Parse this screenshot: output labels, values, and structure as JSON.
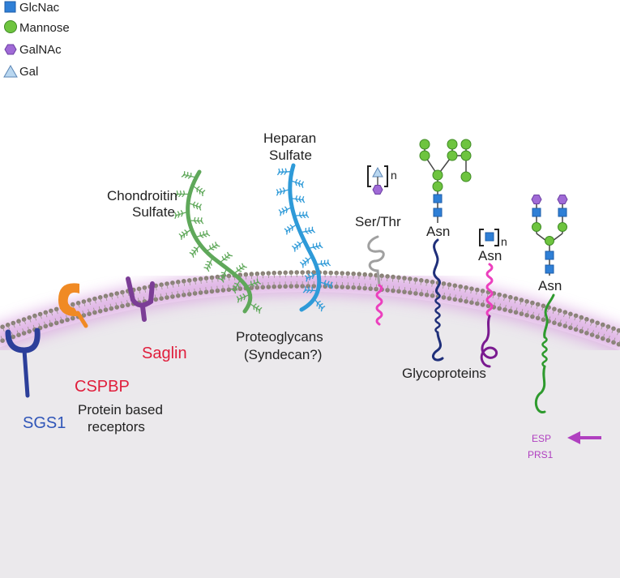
{
  "legend": {
    "items": [
      {
        "label": "GlcNac",
        "shape": "square",
        "color": "#2f7fd6"
      },
      {
        "label": "Mannose",
        "shape": "circle",
        "color": "#6ec43f"
      },
      {
        "label": "GalNAc",
        "shape": "hexagon",
        "color": "#a06ad6"
      },
      {
        "label": "Gal",
        "shape": "triangle",
        "color": "#b9d7f0"
      }
    ]
  },
  "labels": {
    "chondroitin_1": "Chondroitin",
    "chondroitin_2": "Sulfate",
    "heparan_1": "Heparan",
    "heparan_2": "Sulfate",
    "ser_thr": "Ser/Thr",
    "n_sub_1": "n",
    "n_sub_2": "n",
    "asn_1": "Asn",
    "asn_2": "Asn",
    "asn_3": "Asn",
    "proteoglycans_1": "Proteoglycans",
    "proteoglycans_2": "(Syndecan?)",
    "glycoproteins": "Glycoproteins",
    "sgs1": "SGS1",
    "cspbp": "CSPBP",
    "saglin": "Saglin",
    "protein_based_1": "Protein based",
    "protein_based_2": "receptors",
    "esp": "ESP",
    "prs1": "PRS1"
  },
  "colors": {
    "sgs1": "#2c3f9a",
    "cspbp": "#f08a24",
    "saglin": "#7b3d96",
    "chondroitin": "#5fa85a",
    "heparan": "#2e9ad8",
    "ser_thr_chain": "#a0a0a0",
    "tm_pink": "#ec3fbe",
    "glyco_navy": "#1f2f7a",
    "glyco_magenta": "#9a1580",
    "glyco_green": "#2e9a2e",
    "red_label": "#e01e3c",
    "blue_label": "#2f55b8",
    "esp_label": "#b040c0",
    "membrane_dot": "#8a8278",
    "cell_interior": "#ebe9ec",
    "membrane_glow": "#d9a6e0"
  }
}
